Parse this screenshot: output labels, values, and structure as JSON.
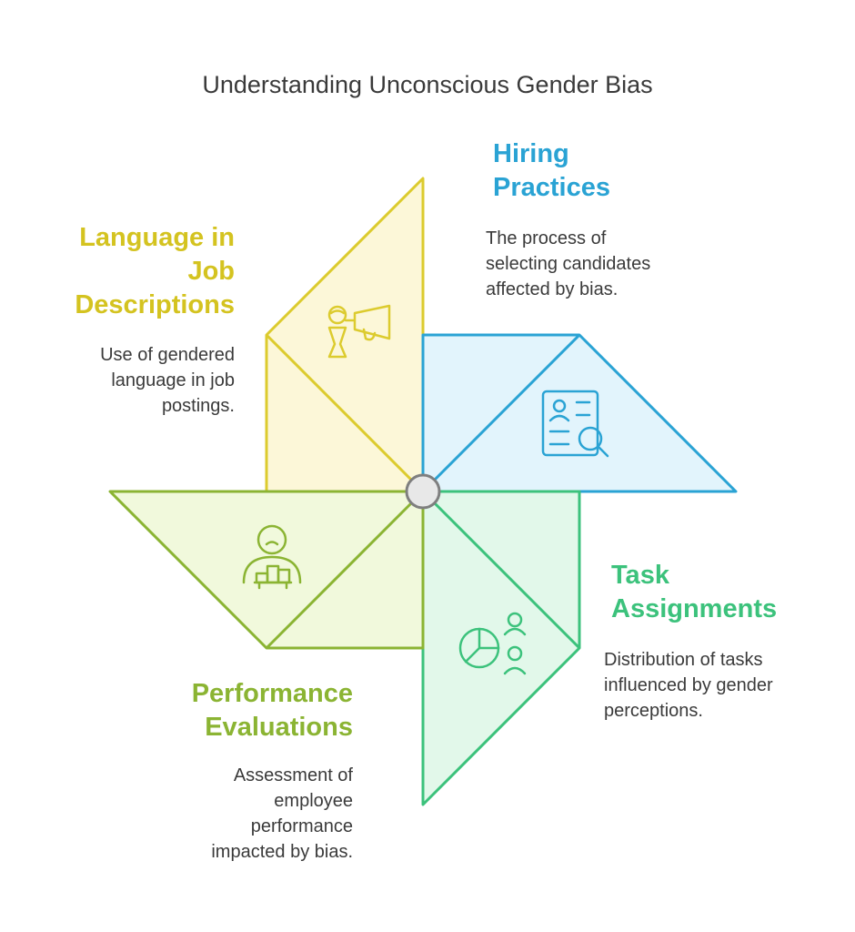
{
  "title": "Understanding Unconscious Gender Bias",
  "colors": {
    "hiring": "#2aa3d4",
    "language": "#d4c320",
    "task": "#3cc27c",
    "performance": "#8bb433"
  },
  "blades": {
    "hiring": {
      "heading": "Hiring\nPractices",
      "description": "The process of\nselecting candidates\naffected by bias.",
      "icon": "candidate-profile-search-icon"
    },
    "language": {
      "heading": "Language in\nJob\nDescriptions",
      "description": "Use of gendered\nlanguage in job\npostings.",
      "icon": "person-megaphone-icon"
    },
    "task": {
      "heading": "Task\nAssignments",
      "description": "Distribution of tasks\ninfluenced by gender\nperceptions.",
      "icon": "pie-chart-people-icon"
    },
    "performance": {
      "heading": "Performance\nEvaluations",
      "description": "Assessment of\nemployee\nperformance\nimpacted by bias.",
      "icon": "person-desk-icon"
    }
  }
}
